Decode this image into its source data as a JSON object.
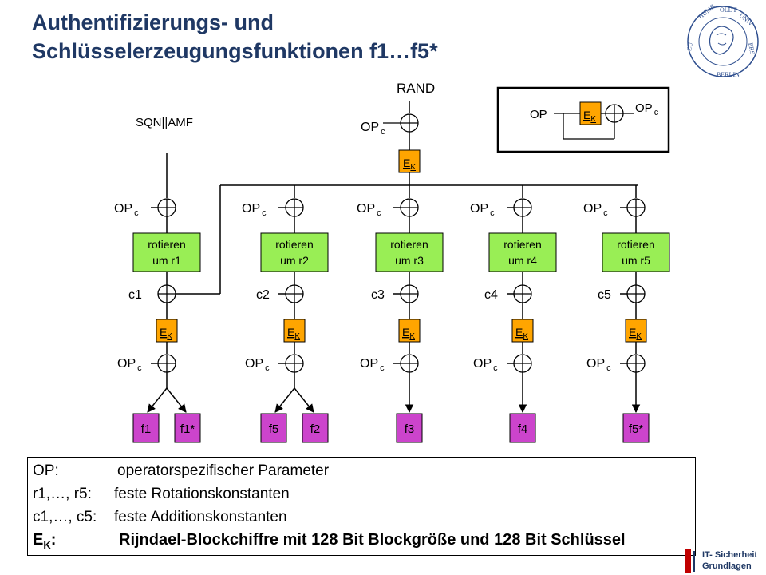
{
  "title": {
    "line1": "Authentifizierungs- und",
    "line2": "Schlüsselerzeugungsfunktionen  f1…f5*"
  },
  "logo": {
    "text": "HUMBOLDT-UNIVERSITÄT ZU BERLIN"
  },
  "diagram": {
    "rand_label": "RAND",
    "sqn_label": "SQN||AMF",
    "op_main": "OP",
    "op_sub": "c",
    "ek_main": "E",
    "ek_sub": "K",
    "inset": {
      "op_in": "OP",
      "op_out_main": "OP",
      "op_out_sub": "c"
    },
    "rotations": [
      "rotieren\num r1",
      "rotieren\num r2",
      "rotieren\num r3",
      "rotieren\num r4",
      "rotieren\num r5"
    ],
    "constants": [
      "c1",
      "c2",
      "c3",
      "c4",
      "c5"
    ],
    "outputs": [
      "f1",
      "f1*",
      "f5",
      "f2",
      "f3",
      "f4",
      "f5*"
    ]
  },
  "legend": [
    {
      "key": "OP:",
      "value": "operatorspezifischer Parameter"
    },
    {
      "key": "r1,…, r5:",
      "value": "feste Rotationskonstanten"
    },
    {
      "key": "c1,…, c5:",
      "value": "feste Additionskonstanten"
    },
    {
      "key_main": "E",
      "key_sub": "K",
      "key_suffix": ":",
      "value": "Rijndael-Blockchiffre mit 128 Bit Blockgröße und 128 Bit Schlüssel"
    }
  ],
  "footer_badge": {
    "line1": "IT- Sicherheit",
    "line2": "Grundlagen"
  },
  "colors": {
    "title": "#1f3864",
    "rotate_fill": "#99ee55",
    "ek_fill": "#ffa500",
    "output_fill": "#cc44cc"
  }
}
